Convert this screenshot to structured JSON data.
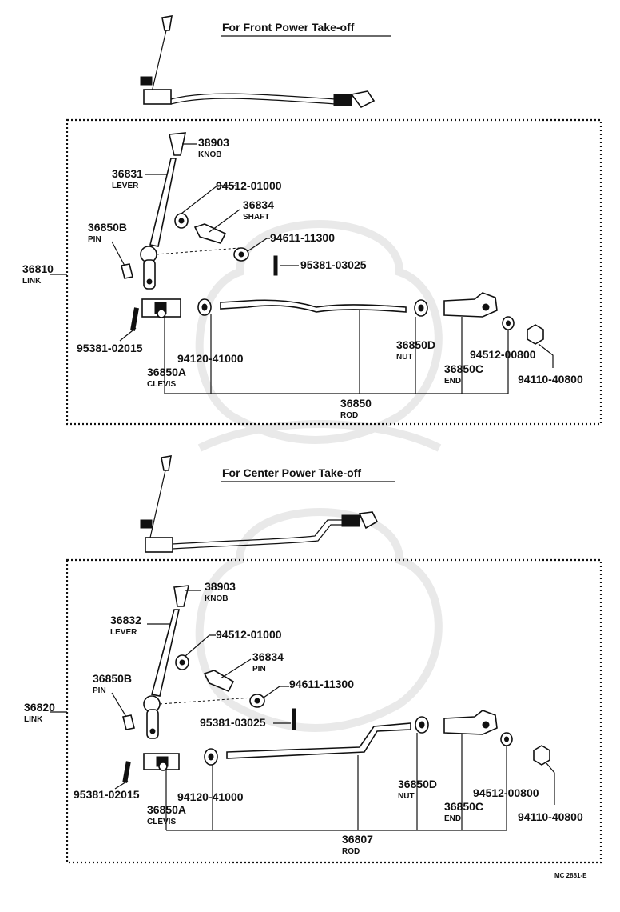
{
  "footer": "MC 2881-E",
  "front": {
    "heading": "For Front Power Take-off",
    "assy_no": "36810",
    "assy_name": "LINK",
    "knob_no": "38903",
    "knob_name": "KNOB",
    "lever_no": "36831",
    "lever_name": "LEVER",
    "washer_no": "94512-01000",
    "shaft_no": "36834",
    "shaft_name": "SHAFT",
    "pin_no": "36850B",
    "pin_name": "PIN",
    "washer2_no": "94611-11300",
    "pin2_no": "95381-03025",
    "pin3_no": "95381-02015",
    "nut1_no": "94120-41000",
    "clevis_no": "36850A",
    "clevis_name": "CLEVIS",
    "nut2_no": "36850D",
    "nut2_name": "NUT",
    "washer3_no": "94512-00800",
    "end_no": "36850C",
    "end_name": "END",
    "nut3_no": "94110-40800",
    "rod_no": "36850",
    "rod_name": "ROD"
  },
  "center": {
    "heading": "For Center Power Take-off",
    "assy_no": "36820",
    "assy_name": "LINK",
    "knob_no": "38903",
    "knob_name": "KNOB",
    "lever_no": "36832",
    "lever_name": "LEVER",
    "washer_no": "94512-01000",
    "shaft_no": "36834",
    "shaft_name": "PIN",
    "pin_no": "36850B",
    "pin_name": "PIN",
    "washer2_no": "94611-11300",
    "pin2_no": "95381-03025",
    "pin3_no": "95381-02015",
    "nut1_no": "94120-41000",
    "clevis_no": "36850A",
    "clevis_name": "CLEVIS",
    "nut2_no": "36850D",
    "nut2_name": "NUT",
    "washer3_no": "94512-00800",
    "end_no": "36850C",
    "end_name": "END",
    "nut3_no": "94110-40800",
    "rod_no": "36807",
    "rod_name": "ROD"
  }
}
